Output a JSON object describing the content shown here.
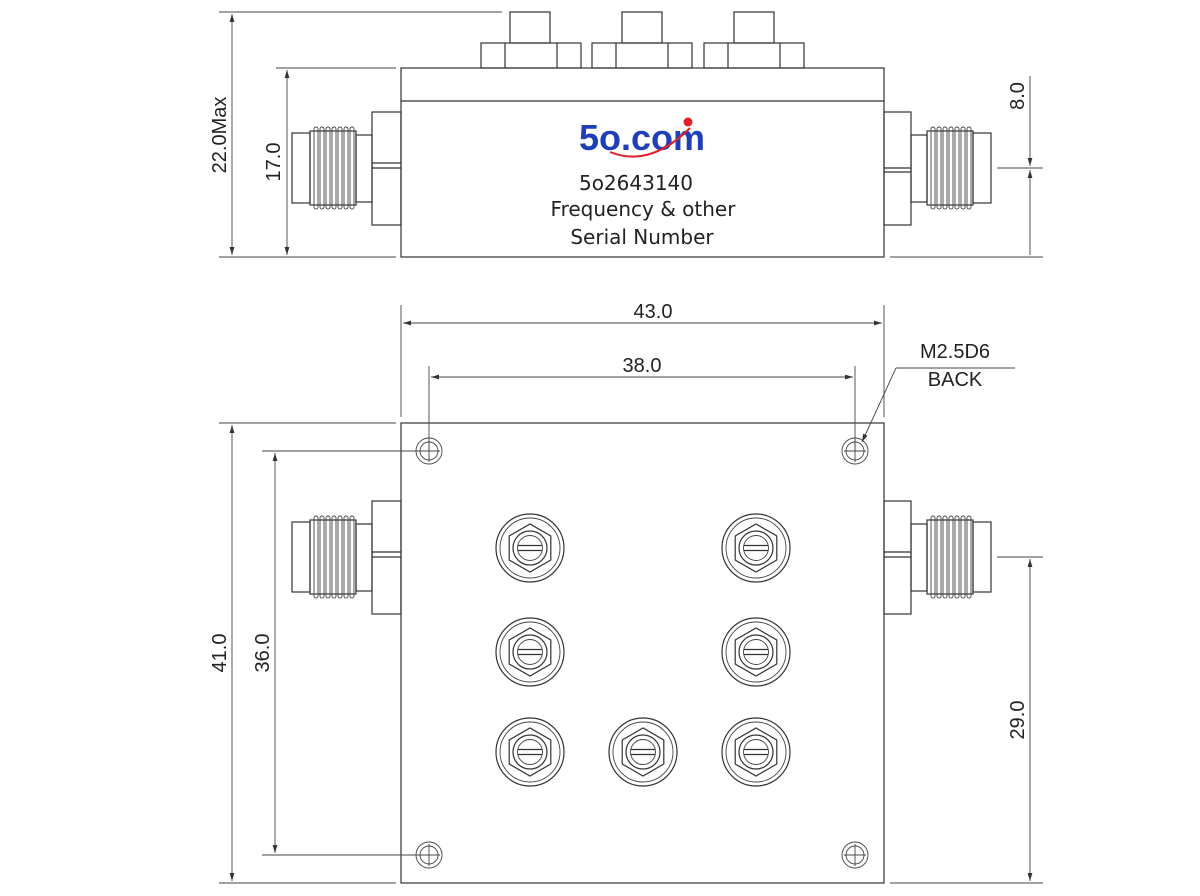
{
  "logo": {
    "text": "5o.com",
    "accent_color": "#e0202a",
    "text_color": "#1f3fb8"
  },
  "label": {
    "part_number": "5o2643140",
    "line2": "Frequency & other",
    "line3": "Serial Number"
  },
  "side_view": {
    "height_max": "22.0Max",
    "body_height": "17.0",
    "connector_center": "8.0"
  },
  "top_view": {
    "width": "43.0",
    "hole_spacing_x": "38.0",
    "height": "41.0",
    "hole_spacing_y": "36.0",
    "connector_offset": "29.0",
    "hole_note_line1": "M2.5D6",
    "hole_note_line2": "BACK"
  },
  "icons": {
    "tuning_screw": "tuning-screw-icon",
    "mounting_hole": "mounting-hole-icon",
    "sma_connector": "sma-connector-icon"
  }
}
